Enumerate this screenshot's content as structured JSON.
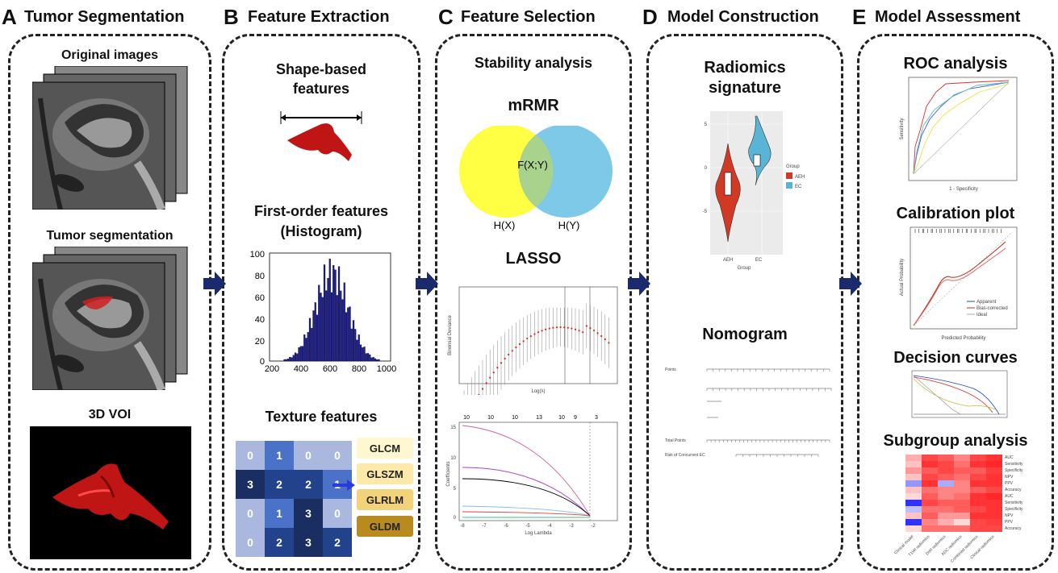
{
  "panels": [
    {
      "letter": "A",
      "title": "Tumor Segmentation"
    },
    {
      "letter": "B",
      "title": "Feature Extraction"
    },
    {
      "letter": "C",
      "title": "Feature Selection"
    },
    {
      "letter": "D",
      "title": "Model Construction"
    },
    {
      "letter": "E",
      "title": "Model Assessment"
    }
  ],
  "a": {
    "original": "Original images",
    "segmentation": "Tumor segmentation",
    "voi": "3D VOI"
  },
  "b": {
    "shape": "Shape-based features",
    "shape_l1": "Shape-based",
    "shape_l2": "features",
    "first_l1": "First-order features",
    "first_l2": "(Histogram)",
    "texture": "Texture features",
    "hist_y_ticks": [
      "100",
      "80",
      "60",
      "40",
      "20",
      "0"
    ],
    "hist_x_ticks": [
      "200",
      "400",
      "600",
      "800",
      "1000"
    ],
    "matrix": [
      [
        "0",
        "1",
        "0",
        "0"
      ],
      [
        "3",
        "2",
        "2",
        "1"
      ],
      [
        "0",
        "1",
        "3",
        "0"
      ],
      [
        "0",
        "2",
        "3",
        "2"
      ]
    ],
    "badges": [
      "GLCM",
      "GLSZM",
      "GLRLM",
      "GLDM"
    ]
  },
  "c": {
    "stability": "Stability analysis",
    "mrmr": "mRMR",
    "fxy": "F(X;Y)",
    "hx": "H(X)",
    "hy": "H(Y)",
    "lasso": "LASSO",
    "cv_xlabel": "Log(λ)",
    "cv_ylabel": "Binomial Deviance",
    "coef_xlabel": "Log Lambda",
    "coef_ylabel": "Coefficients",
    "top_ticks": [
      "10",
      "10",
      "10",
      "13",
      "10",
      "9",
      "3"
    ],
    "coef_x_ticks": [
      "-8",
      "-7",
      "-6",
      "-5",
      "-4",
      "-3",
      "-2"
    ],
    "coef_y_ticks": [
      "15",
      "10",
      "5",
      "0"
    ]
  },
  "d": {
    "radiomics_l1": "Radiomics",
    "radiomics_l2": "signature",
    "nomogram": "Nomogram",
    "violin_xlabel": "Group",
    "violin_x": [
      "AEH",
      "EC"
    ],
    "violin_y": [
      "5",
      "0",
      "-5"
    ],
    "legend_title": "Group",
    "legend": [
      "AEH",
      "EC"
    ],
    "nom_rows": [
      "Points",
      "Total Points",
      "Risk of Concurrent EC"
    ]
  },
  "e": {
    "roc": "ROC analysis",
    "calibration": "Calibration plot",
    "decision": "Decision curves",
    "subgroup": "Subgroup analysis",
    "roc_xlabel": "1 - Specificity",
    "roc_ylabel": "Sensitivity",
    "cal_xlabel": "Predicted Probability",
    "cal_ylabel": "Actual Probability",
    "cal_legend": [
      "Apparent",
      "Bias-corrected",
      "Ideal"
    ],
    "heat_rows": [
      "AUC",
      "Sensitivity",
      "Specificity",
      "NPV",
      "PPV",
      "Accuracy",
      "AUC",
      "Sensitivity",
      "Specificity",
      "NPV",
      "PPV",
      "Accuracy"
    ],
    "heat_cols": [
      "Clinical model",
      "T1WI radiomics",
      "DWI radiomics",
      "ADC radiomics",
      "Combined radiomics",
      "Clinical-radiomics"
    ]
  },
  "colors": {
    "arrow": "#1a2a6c",
    "yellow": "#ffff44",
    "blue": "#7ec8e8",
    "aeh": "#d03a24",
    "ec": "#5ab4d6"
  }
}
